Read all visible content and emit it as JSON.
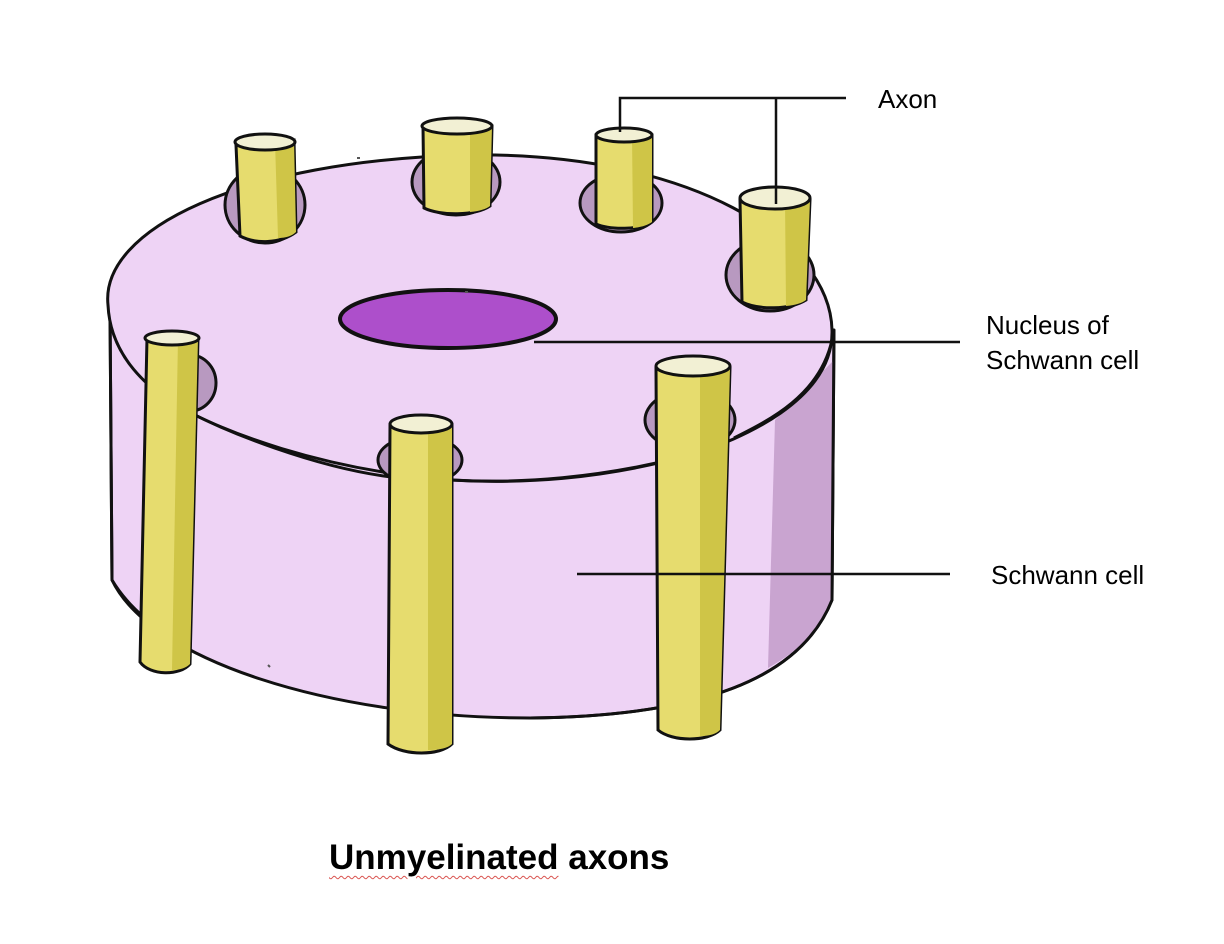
{
  "labels": {
    "axon": "Axon",
    "nucleus_line1": "Nucleus of",
    "nucleus_line2": "Schwann cell",
    "schwann_cell": "Schwann cell"
  },
  "caption": {
    "first_word": "Unmyelinated",
    "rest": " axons"
  },
  "colors": {
    "schwann_cell_fill": "#eed3f5",
    "schwann_cell_shadow": "#c9a4d0",
    "groove_fill": "#b899c0",
    "nucleus_fill": "#ad4fcb",
    "axon_fill": "#e6dc6e",
    "axon_shade": "#cfc547",
    "axon_top": "#f2f0d4",
    "outline": "#111111",
    "spellcheck_underline": "#d9534f"
  }
}
